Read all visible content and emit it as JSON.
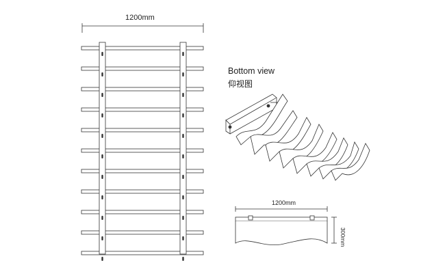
{
  "labels": {
    "overall_width": "1200mm",
    "view_title_en": "Bottom view",
    "view_title_zh": "仰视图",
    "section_width": "1200mm",
    "section_height": "300mm"
  },
  "colors": {
    "line": "#333333",
    "fill": "#ffffff"
  }
}
